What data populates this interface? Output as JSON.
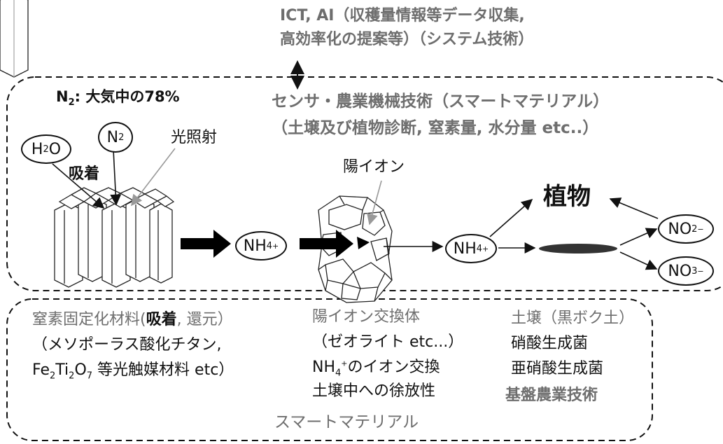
{
  "top_note": {
    "line1": "ICT, AI（収穫量情報等データ収集,",
    "line2": "高効率化の提案等）（システム技術）"
  },
  "upper_box": {
    "n2_label": "N",
    "n2_sub": "2",
    "n2_text": ": 大気中の78%",
    "sensor_line1": "センサ・農業機械技術（スマートマテリアル）",
    "sensor_line2": "（土壌及び植物診断, 窒素量, 水分量 etc..）"
  },
  "molecules": {
    "h2o_a": "H",
    "h2o_sub": "2",
    "h2o_b": "O",
    "n2_a": "N",
    "n2_sub": "2",
    "nh4_base": "NH",
    "nh4_sub": "4",
    "nh4_sup": "+",
    "no2_base": "NO",
    "no2_sub": "2",
    "no2_sup": "−",
    "no3_base": "NO",
    "no3_sub": "3",
    "no3_sup": "−"
  },
  "labels": {
    "light": "光照射",
    "adsorption": "吸着",
    "cation": "陽イオン",
    "plant": "植物"
  },
  "lower_box": {
    "col1_l1": "窒素固定化材料(",
    "col1_l1_bold": "吸着",
    "col1_l1_end": ", 還元）",
    "col1_l2": "（メソポーラス酸化チタン,",
    "col1_l3_a": "Fe",
    "col1_l3_s1": "2",
    "col1_l3_b": "Ti",
    "col1_l3_s2": "2",
    "col1_l3_c": "O",
    "col1_l3_s3": "7",
    "col1_l3_d": " 等光触媒材料 etc）",
    "col2_l1": "陽イオン交換体",
    "col2_l2": "（ゼオライト etc...）",
    "col2_l3_a": "NH",
    "col2_l3_sub": "4",
    "col2_l3_sup": "+",
    "col2_l3_b": "のイオン交換",
    "col2_l4": "土壌中への徐放性",
    "col3_l1": "土壌（黒ボク土）",
    "col3_l2": "硝酸生成菌",
    "col3_l3": "亜硝酸生成菌",
    "col3_l4": "基盤農業技術",
    "footer": "スマートマテリアル"
  }
}
